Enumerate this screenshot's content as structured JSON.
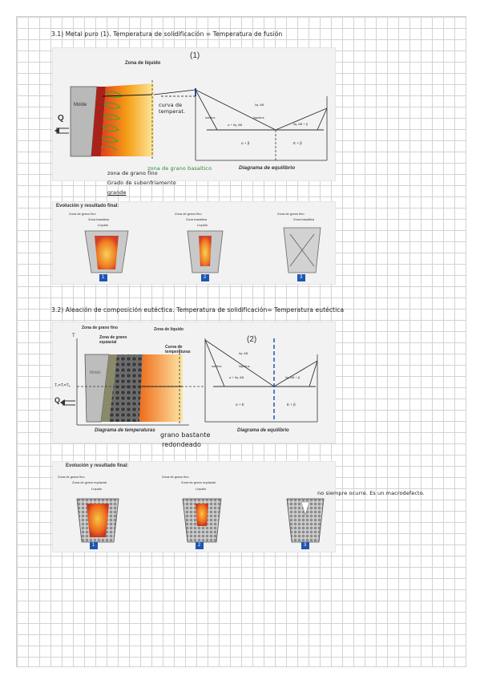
{
  "page": {
    "background": "#ffffff",
    "grid_color": "#d3d3d3"
  },
  "section1": {
    "heading": "3.1) Metal puro (1). Temperatura de solidificación = Temperatura de fusión",
    "figure_top": {
      "zona_liquido": "Zona de líquido",
      "molde": "Molde",
      "q": "Q",
      "label_1": "(1)",
      "diagram_title": "Diagrama de equilibrio",
      "phase_l_ab": "liq. AB",
      "phase_liquidus": "liquidus",
      "phase_solidus": "solidus",
      "phase_a_l": "α + liq. AB",
      "phase_b_l": "liq. AB + β",
      "phase_ab": "α + β",
      "phase_e_b": "E + β",
      "note_curva": "curva de temperat.",
      "note_basaltico": "zona de grano basaltico",
      "note_fino_1": "zona de grano fino",
      "note_fino_2": "Grado de subenfriamento",
      "note_fino_3": "grande"
    },
    "figure_bottom": {
      "title": "Evolución y resultado final:",
      "a_fino": "Zona de grano fino",
      "a_basaltica": "Zona basáltica",
      "a_liquido": "Líquido",
      "b_fino": "Zona de grano fino",
      "b_basaltica": "Zona basáltica",
      "b_liquido": "Líquido",
      "c_fino": "Zona de grano fino",
      "c_basaltica": "Zona basáltica",
      "n1": "1",
      "n2": "2",
      "n3": "3"
    }
  },
  "section2": {
    "heading": "3.2) Aleación de composición eutéctica. Temperatura de solidificación= Temperatura eutéctica",
    "figure_top": {
      "zona_fino": "Zona de grano fino",
      "zona_equiaxial": "Zona de grano equiaxial",
      "zona_liquido": "Zona de líquido",
      "curva": "Curva de temperaturas",
      "molde": "Molde",
      "t_axis": "T",
      "ts_eq": "Tₛ=Tₗ=Tₑ",
      "q": "Q",
      "label_2": "(2)",
      "diagram_left_title": "Diagrama de temperaturas",
      "diagram_title": "Diagrama de equilibrio",
      "phase_l_ab": "liq. AB",
      "phase_liquidus": "liquidus",
      "phase_solidus": "solidus",
      "phase_a_l": "α + liq. AB",
      "phase_b_l": "liq. AB + β",
      "phase_ab": "α + E",
      "phase_e_b": "E + β",
      "note_grano_1": "grano bastante",
      "note_grano_2": "redondeado"
    },
    "figure_bottom": {
      "title": "Evolución y resultado final:",
      "a_fino": "Zona de grano fino",
      "a_equiaxial": "Zona de grano equiaxial",
      "a_liquido": "Líquido",
      "b_fino": "Zona de grano fino",
      "b_equiaxial": "Zona de grano equiaxial",
      "b_liquido": "Líquido",
      "n1": "1",
      "n2": "2",
      "n3": "3",
      "note": "no siempre ocurre. Es un macrodefecto."
    }
  }
}
